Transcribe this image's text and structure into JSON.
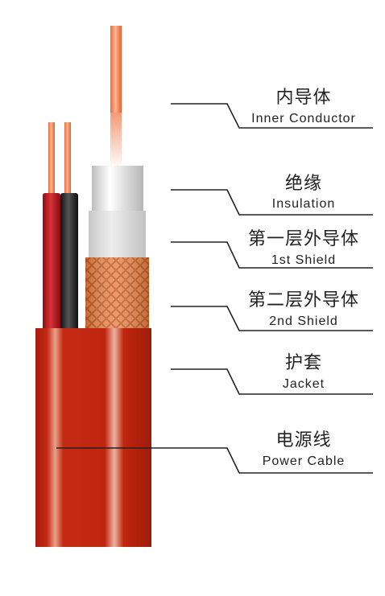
{
  "diagram": {
    "layers": [
      {
        "cn": "内导体",
        "en": "Inner Conductor"
      },
      {
        "cn": "绝缘",
        "en": "Insulation"
      },
      {
        "cn": "第一层外导体",
        "en": "1st Shield"
      },
      {
        "cn": "第二层外导体",
        "en": "2nd Shield"
      },
      {
        "cn": "护套",
        "en": "Jacket"
      },
      {
        "cn": "电源线",
        "en": "Power Cable"
      }
    ],
    "colors": {
      "jacket": "#c0250f",
      "inner_conductor": "#f07a4a",
      "insulation": "#e2e2e2",
      "shield_braid": "#e8894e",
      "power_wire_red": "#b0141a",
      "power_wire_black": "#1c1c1c",
      "leader_line": "#222222"
    }
  }
}
